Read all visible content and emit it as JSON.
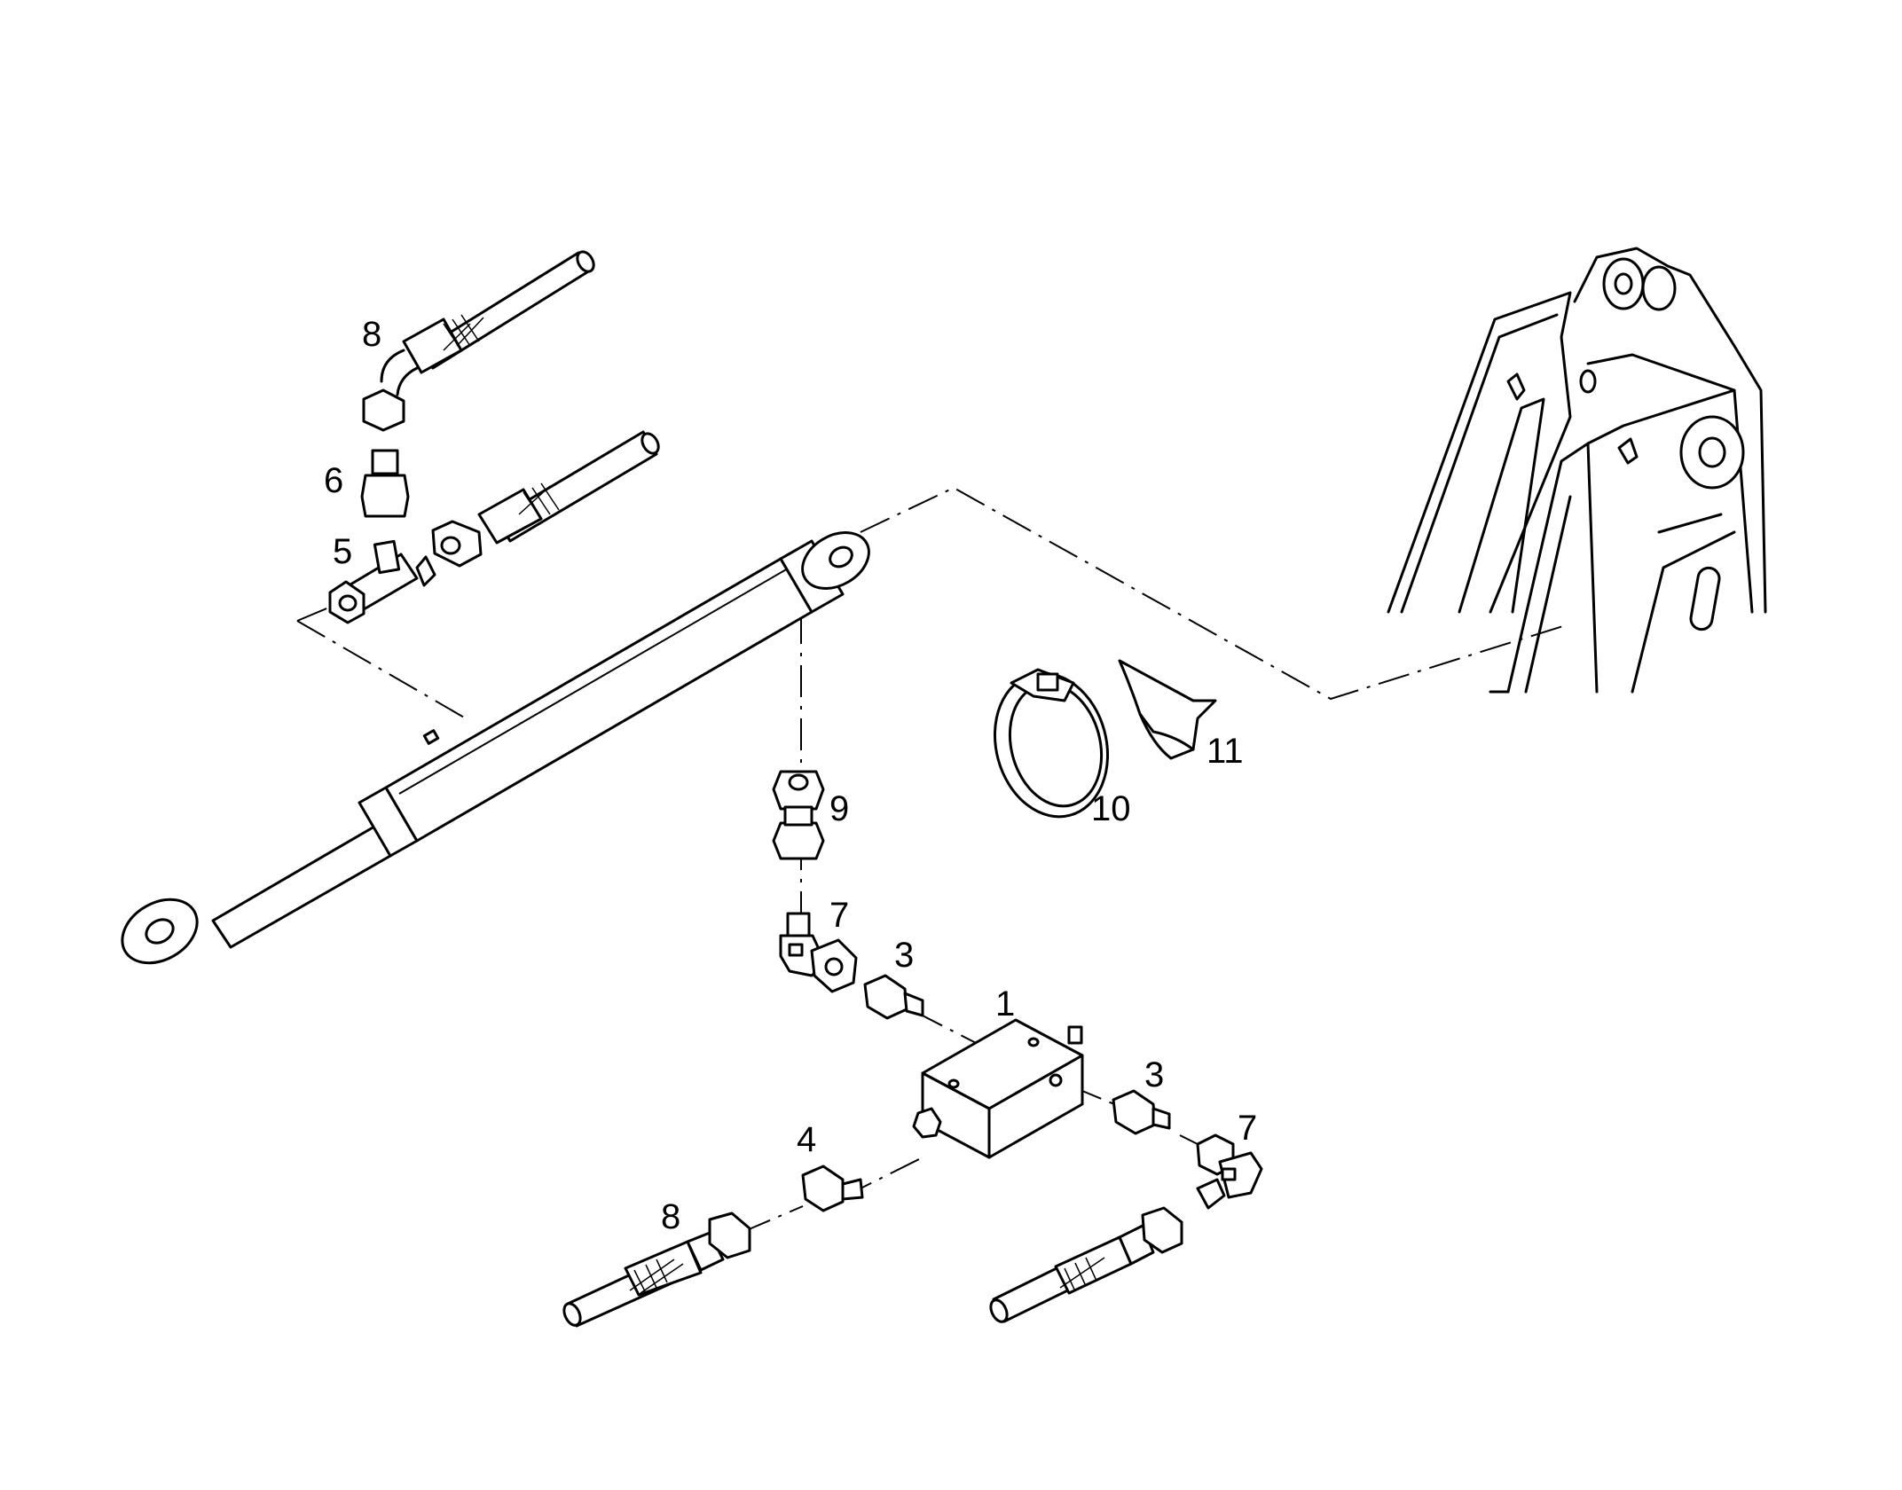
{
  "diagram": {
    "callouts": [
      "8",
      "6",
      "5",
      "9",
      "7",
      "3",
      "1",
      "3",
      "7",
      "4",
      "8",
      "10",
      "11"
    ],
    "parts": {
      "cylinder": "hydraulic-cylinder",
      "block": "distribution-block",
      "clamp": "hose-clamp",
      "pad": "rubber-pad",
      "frame": "loader-frame"
    }
  }
}
